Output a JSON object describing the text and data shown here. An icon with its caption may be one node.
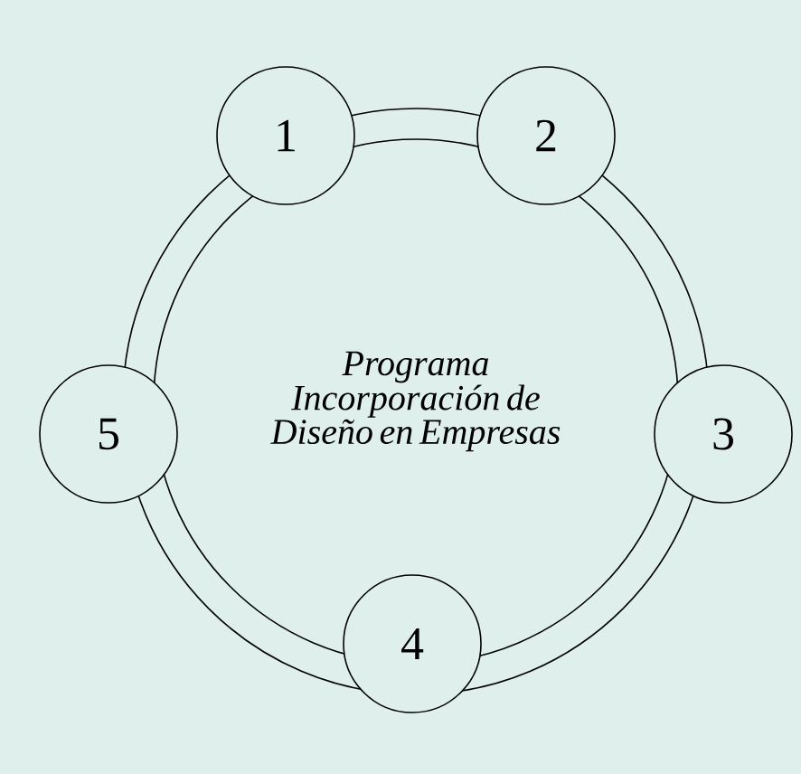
{
  "diagram": {
    "nodes": [
      {
        "text": [
          "Programa Incorporación de Diseño en Empresas"
        ]
      },
      {
        "text": [
          "1"
        ]
      },
      {
        "text": [
          "2"
        ]
      },
      {
        "text": [
          "3"
        ]
      },
      {
        "text": [
          "4"
        ]
      },
      {
        "text": [
          "5"
        ]
      }
    ]
  }
}
